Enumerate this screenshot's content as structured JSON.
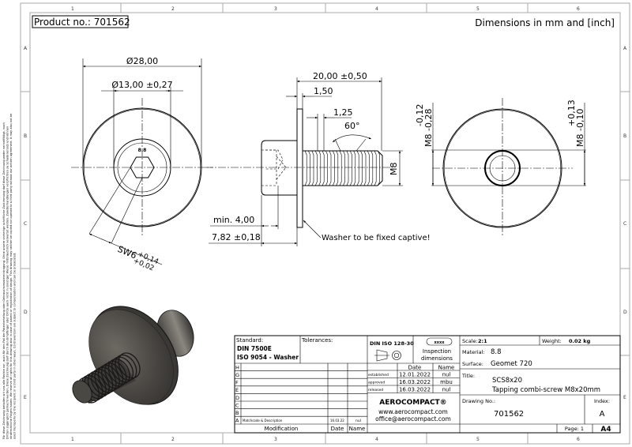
{
  "header": {
    "product_no": "Product no.: 701562",
    "units": "Dimensions in mm and [inch]"
  },
  "grid": {
    "columns": [
      "1",
      "2",
      "3",
      "4",
      "5",
      "6"
    ],
    "rows": [
      "A",
      "B",
      "C",
      "D",
      "E"
    ]
  },
  "side_notice": [
    "Für diese Zeichnung behalten wir uns alle Rechte vor, auch für den Fall der Patenterteilung oder Gebrauchsmustereintragung. Ohne unsere vorherige schriftliche Zustimmung darf diese Zeichnung weder vervielfältigt, noch",
    "Dritten zugänglich gemacht werden. Diese Zeichnung darf durch den Empfänger oder Dritte auch nicht in sonstiger Weise mißbräuchlich verwertet werden. Zuwiderhandlungen verpflichten zu Schadenersatz und können",
    "strafrechtliche Folgen haben. We reserve all rights for this drawing also in case of patent or registration of design. This drawing may neither be copied nor opened to a third party without our written agreement. It may also not be",
    "used improperly by the recipient or a third party in other ways. Contravention are subject to compensation and can be prosecuted."
  ],
  "front_view": {
    "dia_outer": "Ø28,00",
    "dia_inner": "Ø13,00 ±0,27",
    "head_mark": "8.8",
    "sw_label": "SW6",
    "sw_tol_upper": "+0,14",
    "sw_tol_lower": "+0,02"
  },
  "side_view": {
    "length": "20,00 ±0,50",
    "washer_thickness": "1,50",
    "pitch": "1,25",
    "angle": "60°",
    "thread": "M8",
    "socket_depth": "min. 4,00",
    "head_height": "7,82 ±0,18",
    "note": "Washer to be fixed captive!"
  },
  "end_view": {
    "left_dim": "M8 -0,28",
    "left_tol": "-0,12",
    "right_dim": "M8 -0,10",
    "right_tol": "+0,13"
  },
  "title_block": {
    "standard_label": "Standard:",
    "standard_1": "DIN 7500E",
    "standard_2": "ISO 9054 - Washer",
    "tolerances_label": "Tolerances:",
    "projection_std": "DIN ISO 128-30",
    "inspection_badge": "xxxx",
    "inspection_1": "Inspection",
    "inspection_2": "dimensions",
    "revisions": [
      "H",
      "G",
      "F",
      "E",
      "D",
      "C",
      "B",
      "A"
    ],
    "rev_a_desc": "Matchcode & Description",
    "rev_a_date": "16.03.22",
    "rev_a_name": "nul",
    "modification": "Modification",
    "date_col": "Date",
    "name_col": "Name",
    "approvals": [
      {
        "label": "established",
        "date": "12.01.2022",
        "name": "nul"
      },
      {
        "label": "approved",
        "date": "16.03.2022",
        "name": "mbu"
      },
      {
        "label": "released",
        "date": "16.03.2022",
        "name": "nul"
      }
    ],
    "company": "AEROCOMPACT®",
    "website": "www.aerocompact.com",
    "email": "office@aerocompact.com",
    "scale_label": "Scale:",
    "scale": "2:1",
    "weight_label": "Weight:",
    "weight": "0.02 kg",
    "material_label": "Material:",
    "material": "8.8",
    "surface_label": "Surface:",
    "surface": "Geomet 720",
    "title_label": "Title:",
    "title_1": "SCS8x20",
    "title_2": "Tapping combi-screw M8x20mm",
    "drawing_no_label": "Drawing No.:",
    "drawing_no": "701562",
    "index_label": "Index:",
    "index": "A",
    "page": "Page: 1",
    "format": "A4"
  }
}
